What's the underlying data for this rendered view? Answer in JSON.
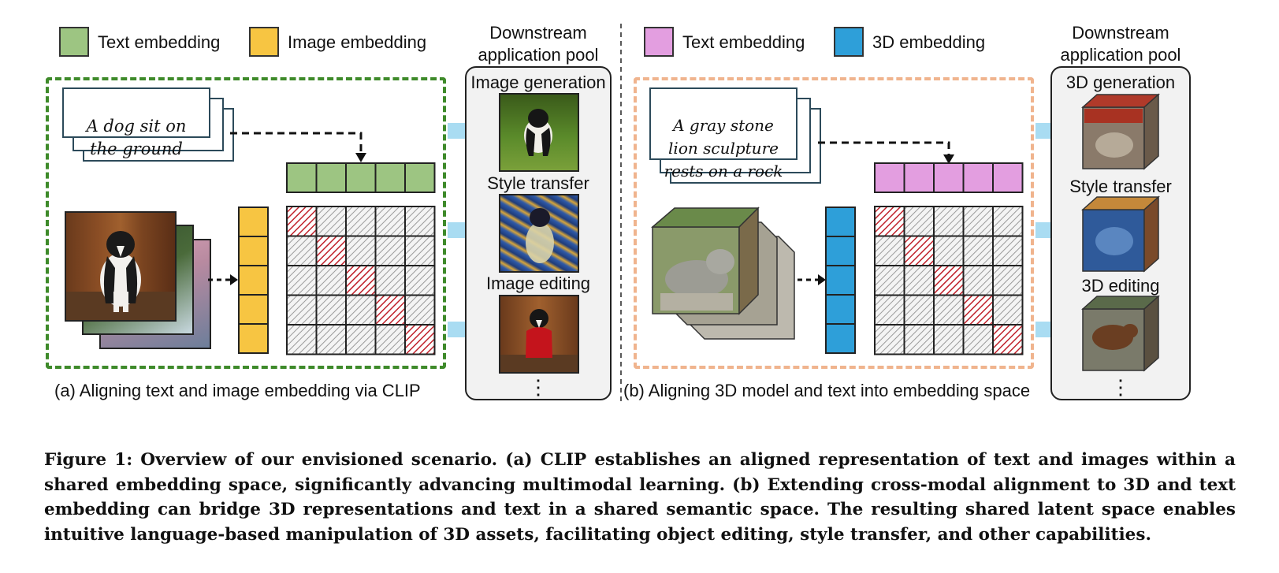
{
  "panel_a": {
    "legend": [
      {
        "label": "Text embedding",
        "color": "#9dc582"
      },
      {
        "label": "Image embedding",
        "color": "#f7c542"
      }
    ],
    "pool_title": "Downstream\napplication pool",
    "prompt_text": "A dog sit on\nthe ground",
    "applications": [
      "Image generation",
      "Style transfer",
      "Image editing"
    ],
    "more": "⋮",
    "subcaption": "(a) Aligning text and image embedding via CLIP",
    "frame_color": "#3e8a2a"
  },
  "panel_b": {
    "legend": [
      {
        "label": "Text embedding",
        "color": "#e39ee0"
      },
      {
        "label": "3D embedding",
        "color": "#2e9fd9"
      }
    ],
    "pool_title": "Downstream\napplication pool",
    "prompt_text": "A gray stone\nlion sculpture\nrests on a rock",
    "applications": [
      "3D generation",
      "Style transfer",
      "3D editing"
    ],
    "more": "⋮",
    "subcaption": "(b) Aligning 3D model and text into embedding space",
    "frame_color": "#f0b48e"
  },
  "arrow_color": "#a9dcf2",
  "caption": "Figure 1: Overview of our envisioned scenario. (a) CLIP establishes an aligned representation of text and images within a shared embedding space, significantly advancing multimodal learning. (b) Extending cross-modal alignment to 3D and text embedding can bridge 3D representations and text in a shared semantic space. The resulting shared latent space enables intuitive language-based manipulation of 3D assets, facilitating object editing, style transfer, and other capabilities."
}
